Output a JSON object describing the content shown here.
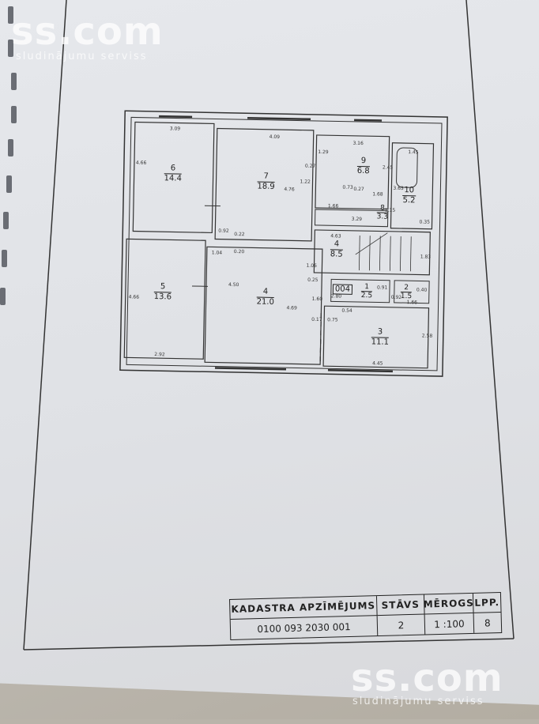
{
  "watermark": {
    "brand": "ss.com",
    "tagline": "sludinājumu serviss"
  },
  "title_block": {
    "headers": {
      "cadastre": "KADASTRA APZĪMĒJUMS",
      "floor": "STĀVS",
      "scale": "MĒROGS",
      "page": "LPP."
    },
    "values": {
      "cadastre": "0100 093 2030 001",
      "floor": "2",
      "scale": "1 :100",
      "page": "8"
    }
  },
  "rooms": [
    {
      "id": "r6",
      "number": "6",
      "area": "14.4"
    },
    {
      "id": "r7",
      "number": "7",
      "area": "18.9"
    },
    {
      "id": "r9",
      "number": "9",
      "area": "6.8"
    },
    {
      "id": "r10",
      "number": "10",
      "area": "5.2"
    },
    {
      "id": "r8",
      "number": "8",
      "area": "3.3"
    },
    {
      "id": "r4a",
      "number": "4",
      "area": "8.5"
    },
    {
      "id": "r5",
      "number": "5",
      "area": "13.6"
    },
    {
      "id": "r4",
      "number": "4",
      "area": "21.0"
    },
    {
      "id": "r1",
      "number": "1",
      "area": "2.5"
    },
    {
      "id": "r2",
      "number": "2",
      "area": "1.5"
    },
    {
      "id": "r3",
      "number": "3",
      "area": "11.1"
    }
  ],
  "dimensions": [
    "3.09",
    "4.09",
    "3.16",
    "1.45",
    "4.66",
    "1.29",
    "0.27",
    "2.45",
    "0.73",
    "4.76",
    "1.22",
    "0.27",
    "1.68",
    "3.63",
    "1.66",
    "1.15",
    "3.29",
    "0.35",
    "0.92",
    "0.22",
    "4.63",
    "1.83",
    "1.04",
    "0.20",
    "1.06",
    "0.25",
    "0.91",
    "2.80",
    "0.92",
    "0.40",
    "1.66",
    "4.50",
    "4.66",
    "1.60",
    "4.69",
    "0.17",
    "0.75",
    "0.54",
    "2.58",
    "2.92",
    "4.45"
  ],
  "labels": {
    "code": "004"
  },
  "colors": {
    "paper": "#e2e4e8",
    "ink": "#222222",
    "desk": "#bdb9b1"
  }
}
